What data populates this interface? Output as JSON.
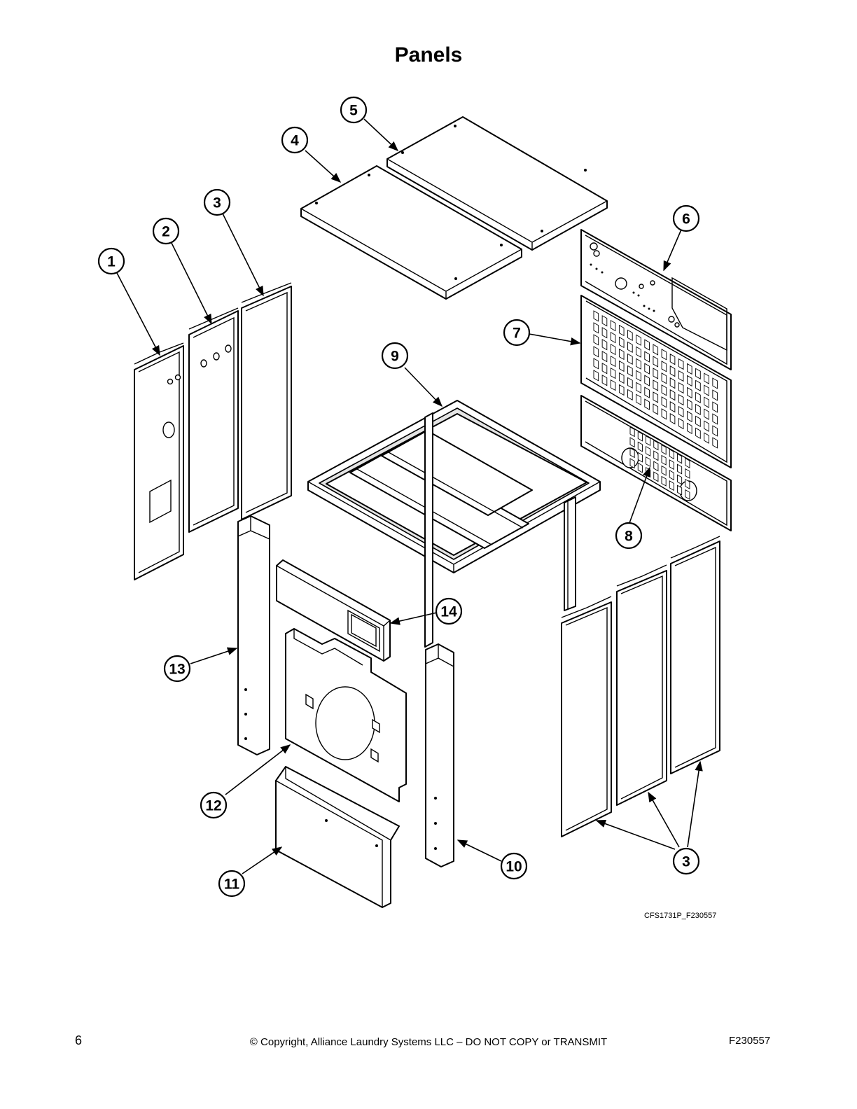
{
  "title": "Panels",
  "drawing_code": "CFS1731P_F230557",
  "footer": {
    "page_number": "6",
    "copyright": "© Copyright, Alliance Laundry Systems LLC – DO NOT COPY or TRANSMIT",
    "doc_code": "F230557"
  },
  "callouts": [
    {
      "id": "c1",
      "label": "1"
    },
    {
      "id": "c2",
      "label": "2"
    },
    {
      "id": "c3",
      "label": "3"
    },
    {
      "id": "c4",
      "label": "4"
    },
    {
      "id": "c5",
      "label": "5"
    },
    {
      "id": "c6",
      "label": "6"
    },
    {
      "id": "c7",
      "label": "7"
    },
    {
      "id": "c8",
      "label": "8"
    },
    {
      "id": "c9",
      "label": "9"
    },
    {
      "id": "c3b",
      "label": "3"
    },
    {
      "id": "c10",
      "label": "10"
    },
    {
      "id": "c11",
      "label": "11"
    },
    {
      "id": "c12",
      "label": "12"
    },
    {
      "id": "c13",
      "label": "13"
    },
    {
      "id": "c14",
      "label": "14"
    }
  ]
}
